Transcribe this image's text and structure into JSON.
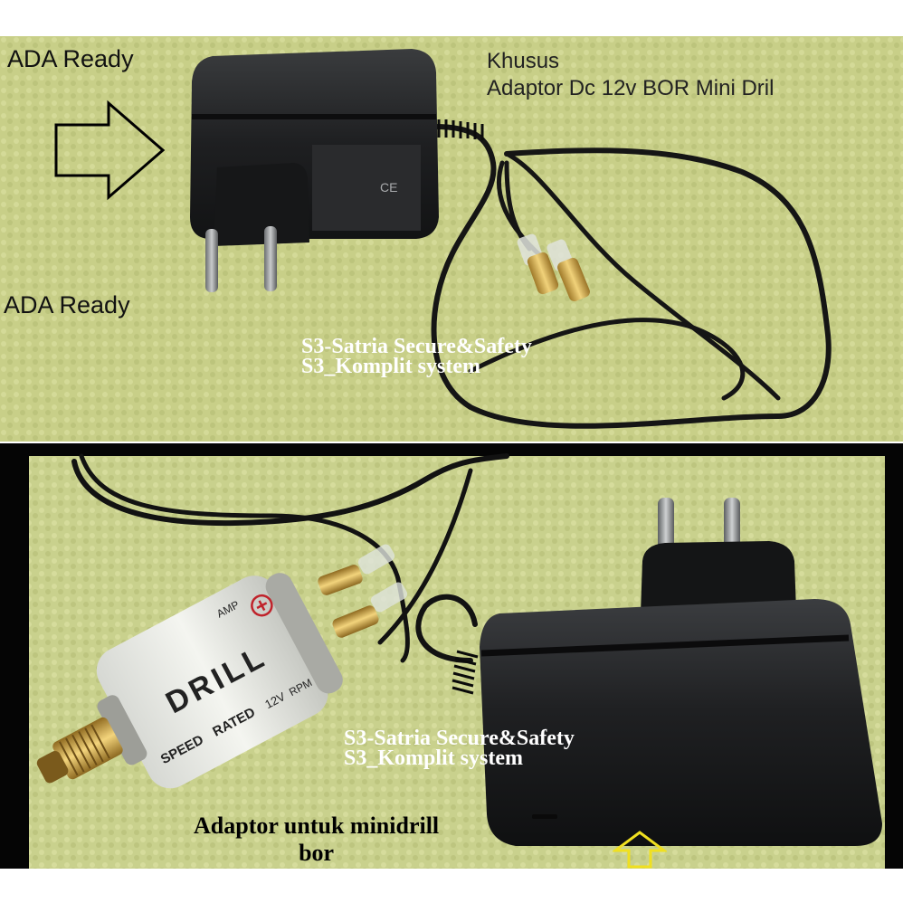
{
  "top_panel": {
    "label_ada_1": "ADA Ready",
    "label_ada_2": "ADA Ready",
    "heading_line1": "Khusus",
    "heading_line2": "Adaptor Dc 12v BOR Mini Dril",
    "watermark_line1": "S3-Satria Secure&Safety",
    "watermark_line2": "S3_Komplit system",
    "adapter_label_text": "CE"
  },
  "bottom_panel": {
    "watermark_line1": "S3-Satria Secure&Safety",
    "watermark_line2": "S3_Komplit system",
    "caption_line1": "Adaptor untuk minidrill",
    "caption_line2": "bor",
    "drill_label": {
      "brand": "DRILL",
      "speed": "SPEED",
      "rated": "RATED",
      "volt": "12V",
      "amp": "AMP",
      "rpm": "RPM"
    }
  },
  "colors": {
    "towel_green": "#c9d08a",
    "adapter_black": "#1c1d1e",
    "arrow_yellow": "#f0e020",
    "panel_frame": "#050505"
  }
}
